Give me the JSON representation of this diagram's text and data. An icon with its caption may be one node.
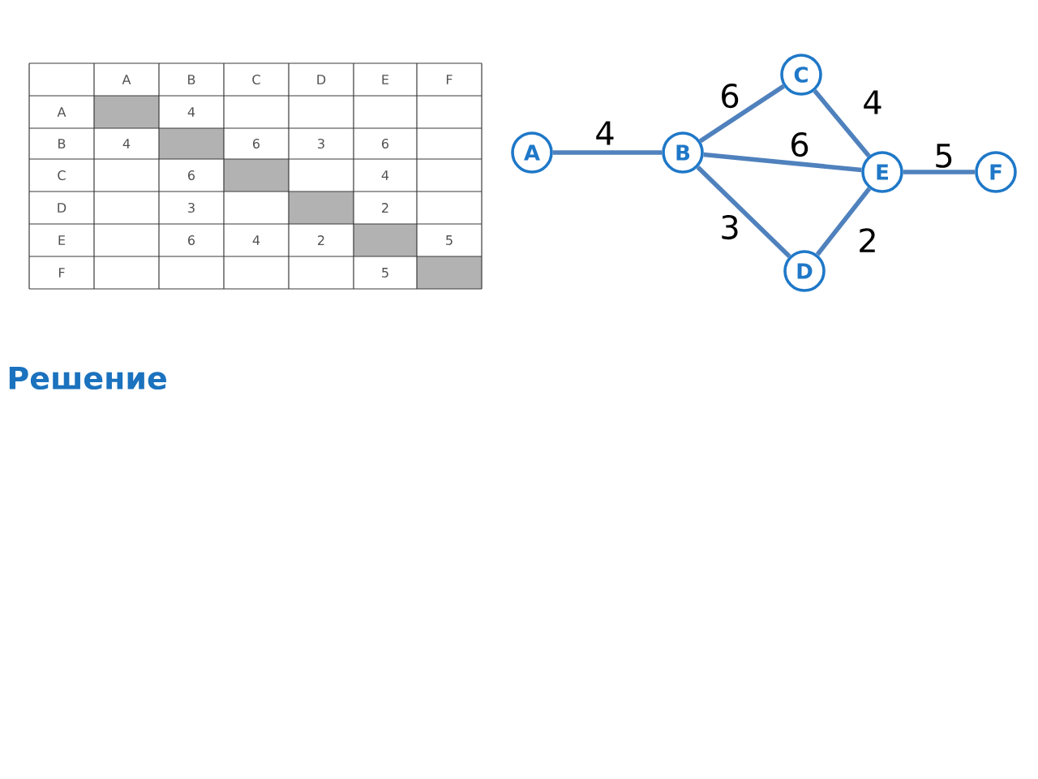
{
  "diagram": {
    "nodes": [
      {
        "text": [
          "A"
        ]
      },
      {
        "text": [
          "B"
        ]
      },
      {
        "text": [
          "C"
        ]
      },
      {
        "text": [
          "D"
        ]
      },
      {
        "text": [
          "E"
        ]
      },
      {
        "text": [
          "F"
        ]
      }
    ],
    "edges": [
      {
        "from": 0,
        "to": 1,
        "arrow": "none",
        "label": "4"
      },
      {
        "from": 1,
        "to": 2,
        "arrow": "none",
        "label": "6"
      },
      {
        "from": 2,
        "to": 4,
        "arrow": "none",
        "label": "4"
      },
      {
        "from": 1,
        "to": 4,
        "arrow": "none",
        "label": "6"
      },
      {
        "from": 4,
        "to": 5,
        "arrow": "none",
        "label": "5"
      },
      {
        "from": 1,
        "to": 3,
        "arrow": "none",
        "label": "3"
      },
      {
        "from": 3,
        "to": 4,
        "arrow": "none",
        "label": "2"
      }
    ],
    "labels": [
      "A",
      "B",
      "C",
      "D",
      "E",
      "F",
      "A",
      "4",
      "B",
      "4",
      "6",
      "3",
      "6",
      "C",
      "6",
      "4",
      "D",
      "3",
      "2",
      "E",
      "6",
      "4",
      "2",
      "5",
      "F",
      "5",
      "Решение"
    ]
  }
}
